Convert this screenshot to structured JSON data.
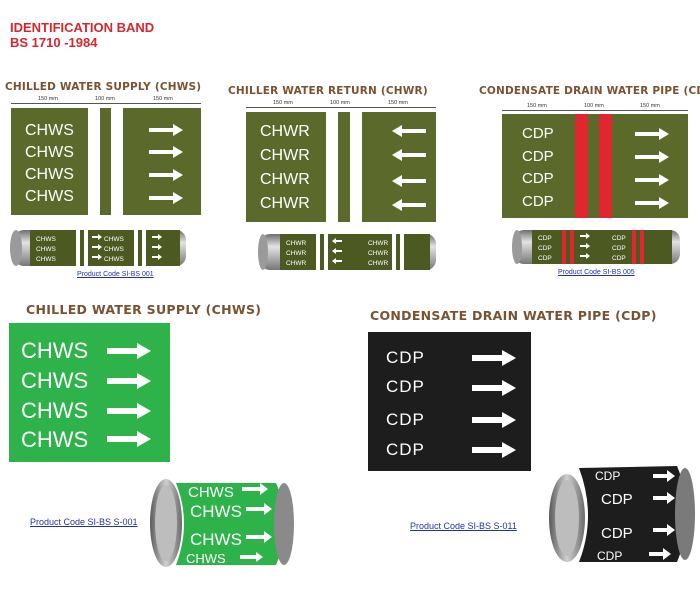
{
  "header": {
    "title": "IDENTIFICATION BAND",
    "standard": "BS 1710 -1984"
  },
  "dimensions": {
    "left": "150 mm",
    "middle": "100 mm",
    "right": "150 mm"
  },
  "panel_chws": {
    "title": "CHILLED WATER SUPPLY (CHWS)",
    "label": "CHWS",
    "code": "Product Code SI-BS 001",
    "band_color": "#5b6a2a",
    "stripe_color": "#ffffff",
    "arrow_direction": "right"
  },
  "panel_chwr": {
    "title": "CHILLER WATER RETURN (CHWR)",
    "label": "CHWR",
    "band_color": "#5b6a2a",
    "stripe_color": "#ffffff",
    "arrow_direction": "left"
  },
  "panel_cdp": {
    "title": "CONDENSATE DRAIN WATER PIPE (CDP)",
    "label": "CDP",
    "code": "Product Code SI-BS 005",
    "band_color": "#5b6a2a",
    "stripe_color": "#e0262f",
    "arrow_direction": "right"
  },
  "marker_chws": {
    "title": "CHILLED WATER SUPPLY (CHWS)",
    "label": "CHWS",
    "code": "Product Code SI-BS S-001",
    "color": "#2db34a",
    "arrow_direction": "right"
  },
  "marker_cdp": {
    "title": "CONDENSATE DRAIN WATER PIPE (CDP)",
    "label": "CDP",
    "code": "Product Code SI-BS S-011",
    "color": "#1d1d1d",
    "arrow_direction": "right"
  }
}
